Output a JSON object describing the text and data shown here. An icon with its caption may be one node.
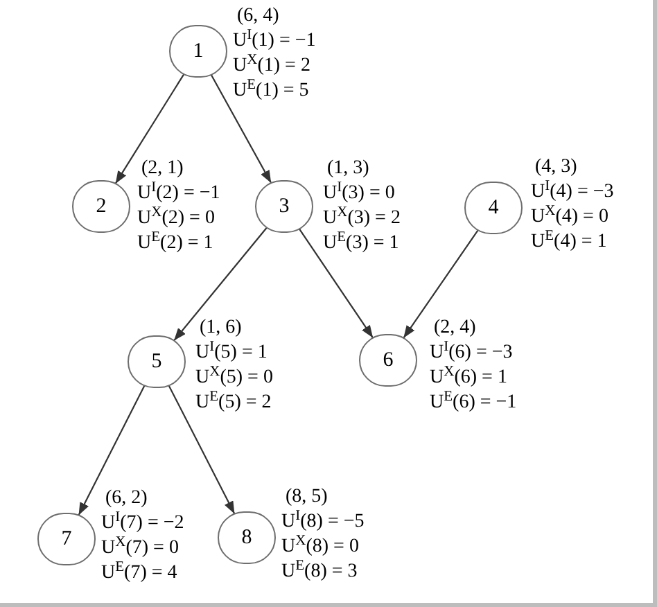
{
  "diagram": {
    "nodes": [
      {
        "text": [
          "1"
        ],
        "beside": [
          "(6, 4)",
          "U$^{I}$(1) = −1",
          "U$^{X}$(1) = 2",
          "U$^{E}$(1) = 5"
        ]
      },
      {
        "text": [
          "2"
        ],
        "beside": [
          "(2, 1)",
          "U$^{I}$(2) = −1",
          "U$^{X}$(2) = 0",
          "U$^{E}$(2) = 1"
        ]
      },
      {
        "text": [
          "3"
        ],
        "beside": [
          "(1, 3)",
          "U$^{I}$(3) = 0",
          "U$^{X}$(3) = 2",
          "U$^{E}$(3) = 1"
        ]
      },
      {
        "text": [
          "4"
        ],
        "beside": [
          "(4, 3)",
          "U$^{I}$(4) = −3",
          "U$^{X}$(4) = 0",
          "U$^{E}$(4) = 1"
        ]
      },
      {
        "text": [
          "5"
        ],
        "beside": [
          "(1, 6)",
          "U$^{I}$(5) = 1",
          "U$^{X}$(5) = 0",
          "U$^{E}$(5) = 2"
        ]
      },
      {
        "text": [
          "6"
        ],
        "beside": [
          "(2, 4)",
          "U$^{I}$(6) = −3",
          "U$^{X}$(6) = 1",
          "U$^{E}$(6) = −1"
        ]
      },
      {
        "text": [
          "7"
        ],
        "beside": [
          "(6, 2)",
          "U$^{I}$(7) = −2",
          "U$^{X}$(7) = 0",
          "U$^{E}$(7) = 4"
        ]
      },
      {
        "text": [
          "8"
        ],
        "beside": [
          "(8, 5)",
          "U$^{I}$(8) = −5",
          "U$^{X}$(8) = 0",
          "U$^{E}$(8) = 3"
        ]
      }
    ],
    "edges": [
      {
        "from": 0,
        "to": 1,
        "arrow": "to"
      },
      {
        "from": 0,
        "to": 2,
        "arrow": "to"
      },
      {
        "from": 2,
        "to": 4,
        "arrow": "to"
      },
      {
        "from": 2,
        "to": 5,
        "arrow": "to"
      },
      {
        "from": 3,
        "to": 5,
        "arrow": "to"
      },
      {
        "from": 4,
        "to": 6,
        "arrow": "to"
      },
      {
        "from": 4,
        "to": 7,
        "arrow": "to"
      }
    ]
  }
}
